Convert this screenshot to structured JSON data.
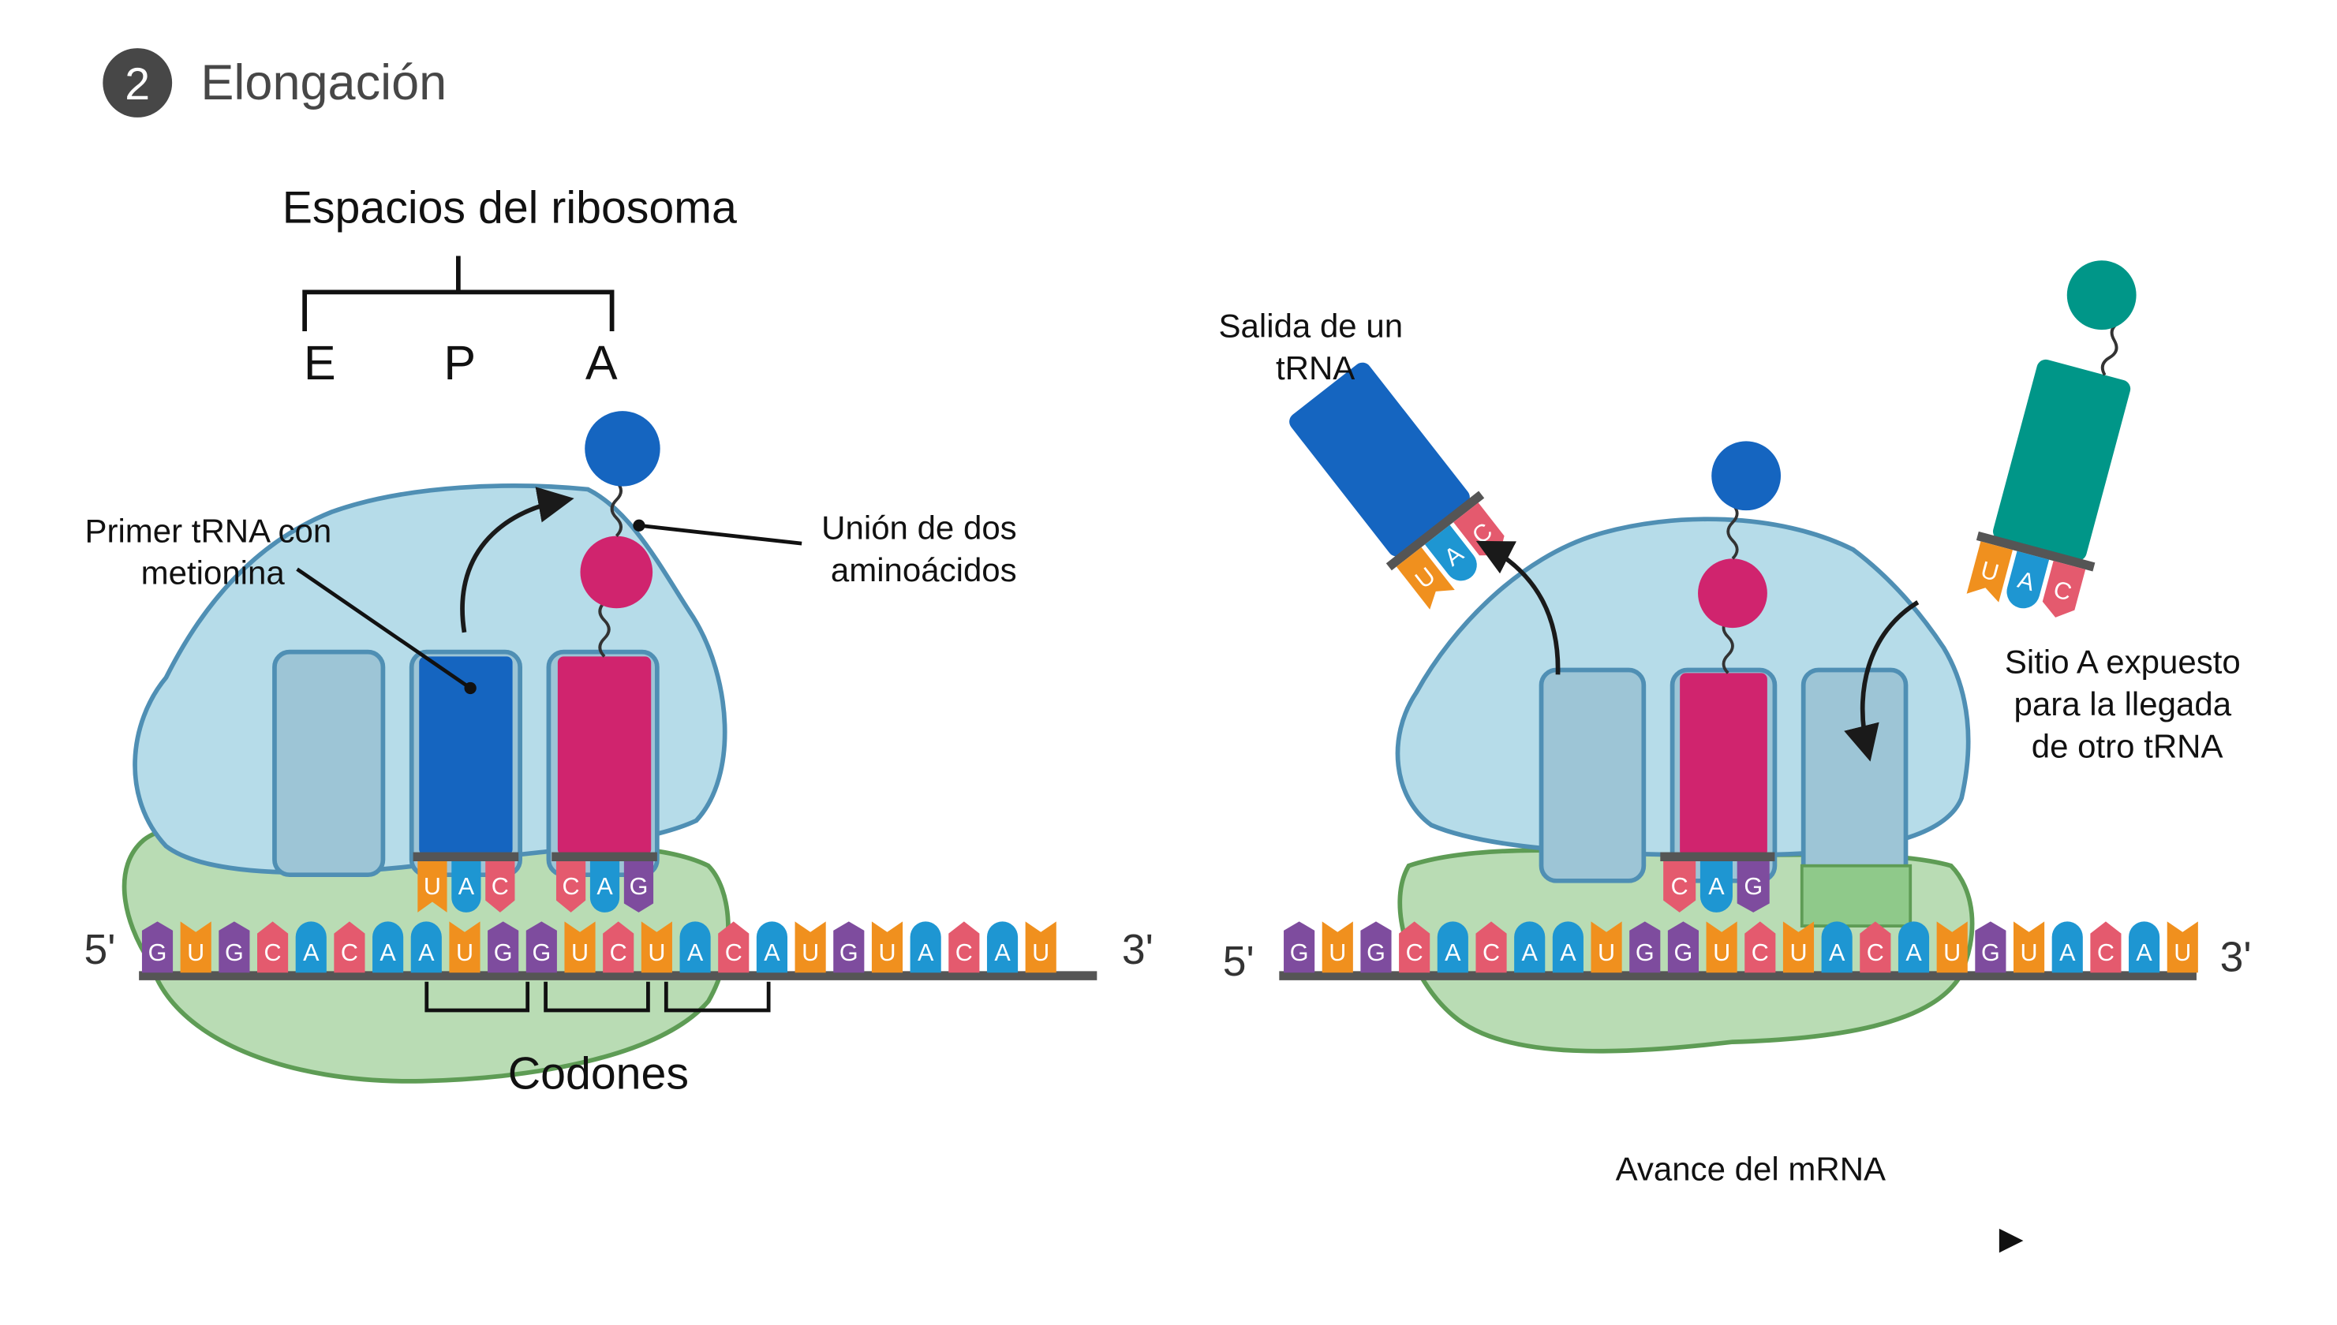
{
  "section": {
    "number": "2",
    "title": "Elongación"
  },
  "left": {
    "sites_heading": "Espacios del ribosoma",
    "site_e": "E",
    "site_p": "P",
    "site_a": "A",
    "label_first_trna": [
      "Primer tRNA con",
      "metionina"
    ],
    "label_peptide_bond": [
      "Unión de dos",
      "aminoácidos"
    ],
    "label_codons": "Codones",
    "prime5": "5'",
    "prime3": "3'",
    "anticodon_p": [
      "U",
      "A",
      "C"
    ],
    "anticodon_a": [
      "C",
      "A",
      "G"
    ]
  },
  "right": {
    "label_exit": [
      "Salida de un",
      "tRNA"
    ],
    "label_a_site": [
      "Sitio A expuesto",
      "para la llegada",
      "de otro tRNA"
    ],
    "label_advance": "Avance del mRNA",
    "prime5": "5'",
    "prime3": "3'",
    "anticodon_exit": [
      "U",
      "A",
      "C"
    ],
    "anticodon_p": [
      "C",
      "A",
      "G"
    ],
    "anticodon_incoming": [
      "U",
      "A",
      "C"
    ]
  },
  "mrna_sequence": [
    "G",
    "U",
    "G",
    "C",
    "A",
    "C",
    "A",
    "A",
    "U",
    "G",
    "G",
    "U",
    "C",
    "U",
    "A",
    "C",
    "A",
    "U",
    "G",
    "U",
    "A",
    "C",
    "A",
    "U"
  ],
  "colors": {
    "G": "#7e4c9e",
    "U": "#f0901e",
    "C": "#e45a6e",
    "A": "#1e96d2",
    "ribosome_large": "#b6dce9",
    "ribosome_large_stroke": "#4f8fb4",
    "ribosome_small": "#b9dcb4",
    "ribosome_small_stroke": "#5e9c55",
    "trna_blue": "#1565c0",
    "trna_magenta": "#d0246e",
    "trna_teal": "#009688",
    "site_slot": "#9dc5d6"
  }
}
